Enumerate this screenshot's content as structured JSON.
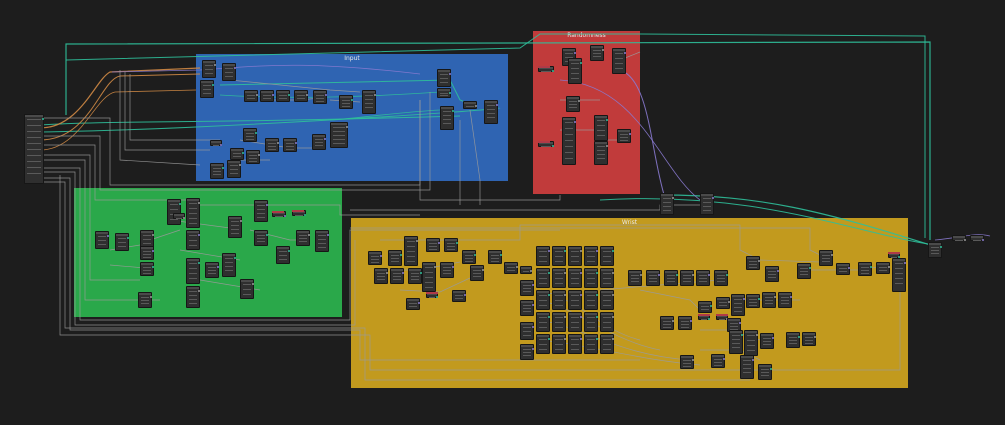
{
  "editor": {
    "name": "node-editor"
  },
  "frames": [
    {
      "id": "input",
      "label": "Input",
      "color": "#2f64b2"
    },
    {
      "id": "randomness",
      "label": "Randomness",
      "color": "#c13b3b"
    },
    {
      "id": "green",
      "label": "",
      "color": "#2aa84a"
    },
    {
      "id": "wrist",
      "label": "Wrist",
      "color": "#c29a1e"
    }
  ],
  "colors": {
    "background": "#1d1d1d",
    "node_body": "#2f2f2f",
    "wire_geometry": "#2fbf9a",
    "wire_float": "#9a9a9a",
    "wire_vector": "#8a7ad0",
    "wire_int": "#d08a45"
  }
}
